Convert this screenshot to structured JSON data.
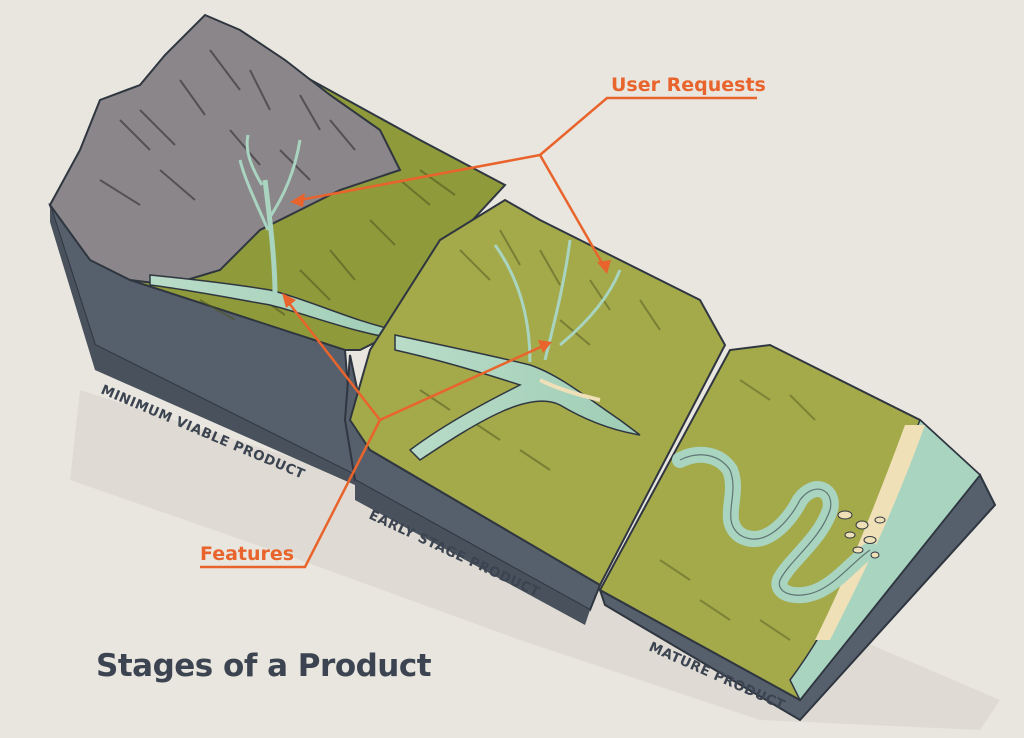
{
  "title": "Stages of a Product",
  "callouts": {
    "user_requests": "User Requests",
    "features": "Features"
  },
  "stages": [
    "MINIMUM VIABLE PRODUCT",
    "EARLY STAGE PRODUCT",
    "MATURE PRODUCT"
  ],
  "colors": {
    "background": "#e9e6e0",
    "accent": "#e8642c",
    "terrain": "#8f9a3a",
    "terrain_light": "#a8ad4a",
    "rock": "#8b8689",
    "water": "#a9d4c0",
    "block_side": "#56606c",
    "text": "#3b4450"
  }
}
